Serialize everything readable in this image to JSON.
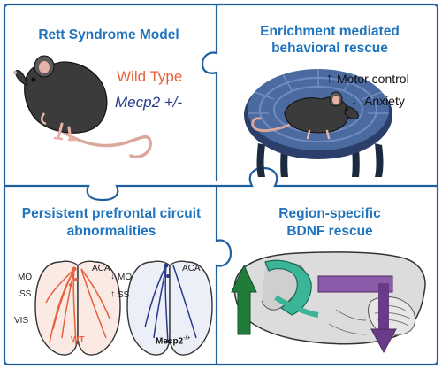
{
  "colors": {
    "border": "#1f5f9e",
    "title": "#1f74bd",
    "wild_type": "#e8603c",
    "mecp2": "#283a8c",
    "green": "#217c3a",
    "teal": "#3cb497",
    "purple": "#6a3b86"
  },
  "panels": {
    "top_left": {
      "title": "Rett Syndrome Model",
      "wild_type_label": "Wild Type",
      "mecp2_label": "Mecp2 +/-"
    },
    "top_right": {
      "title_line1": "Enrichment mediated",
      "title_line2": "behavioral rescue",
      "motor_label": "Motor control",
      "anxiety_label": "Anxiety",
      "up_arrow": "↑",
      "down_arrow": "↓"
    },
    "bottom_left": {
      "title_line1": "Persistent prefrontal circuit",
      "title_line2": "abnormalities",
      "wt_brain": {
        "mo": "MO",
        "ss": "SS",
        "vis": "VIS",
        "aca": "ACA",
        "caption": "WT"
      },
      "mecp2_brain": {
        "mo": "MO",
        "ss": "SS",
        "aca": "ACA",
        "caption": "Mecp2",
        "superscript": "-/+",
        "mo_arrow": "↓",
        "ss_arrow": "↑"
      }
    },
    "bottom_right": {
      "title_line1": "Region-specific",
      "title_line2": "BDNF rescue"
    }
  }
}
